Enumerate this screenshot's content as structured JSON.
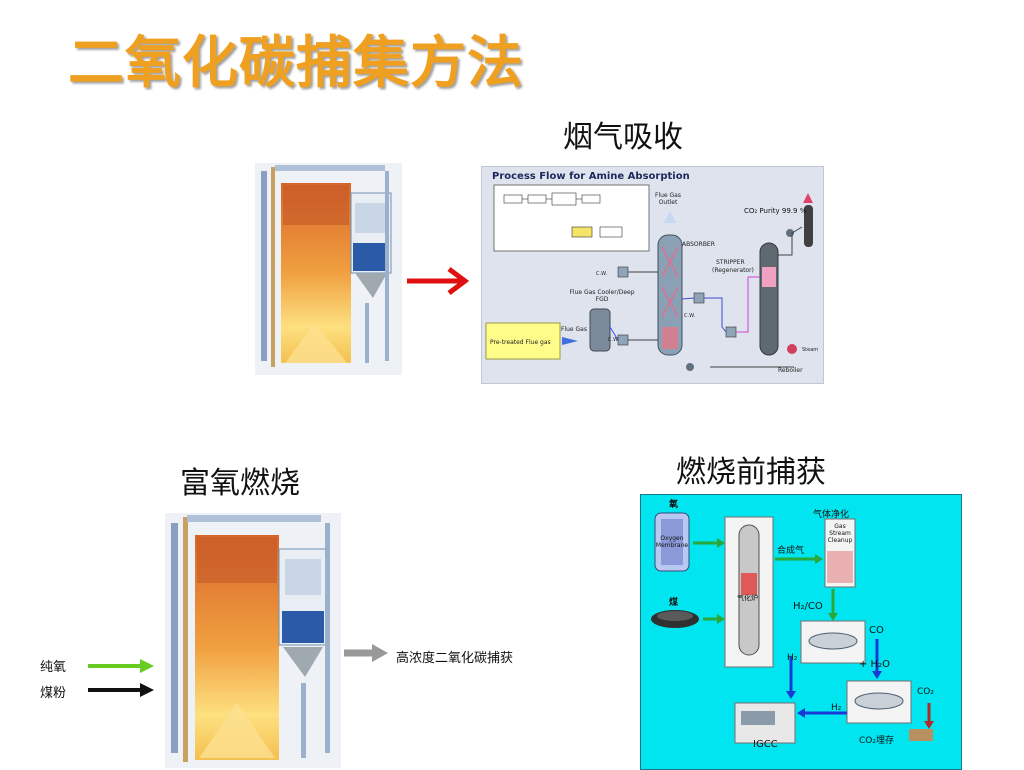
{
  "slide": {
    "title": "二氧化碳捕集方法",
    "section_flue": "烟气吸收",
    "section_oxy": "富氧燃烧",
    "section_pre": "燃烧前捕获"
  },
  "amine": {
    "title": "Process Flow for Amine Absorption",
    "flue_gas_outlet": "Flue Gas Outlet",
    "co2_purity": "CO₂ Purity 99.9 %",
    "absorber": "ABSORBER",
    "stripper": "STRIPPER",
    "regenerator": "(Regenerator)",
    "cooler": "Flue Gas Cooler/Deep FGD",
    "flue_gas": "Flue Gas",
    "pretreated": "Pre-treated Flue gas",
    "cw": "C.W.",
    "steam": "Steam",
    "reboiler": "Reboiler"
  },
  "oxy": {
    "pure_oxygen": "纯氧",
    "coal_powder": "煤粉",
    "output": "高浓度二氧化碳捕获"
  },
  "pre": {
    "oxygen": "氧",
    "membrane": "Oxygen Membrane",
    "gas_cleanup_cn": "气体净化",
    "gas_cleanup_en": "Gas Stream Cleanup",
    "syngas": "合成气",
    "gasifier": "气化炉",
    "coal": "煤",
    "h2_co": "H₂/CO",
    "co": "CO",
    "h2o": "+ H₂O",
    "h2_left": "H₂",
    "h2_bottom": "H₂",
    "co2": "CO₂",
    "igcc": "IGCC",
    "storage": "CO₂埋存"
  },
  "colors": {
    "title": "#f0a020",
    "cyan_bg": "#00e5f0",
    "red_arrow": "#e01010",
    "green_arrow": "#66cc22",
    "gray_arrow": "#999999"
  }
}
